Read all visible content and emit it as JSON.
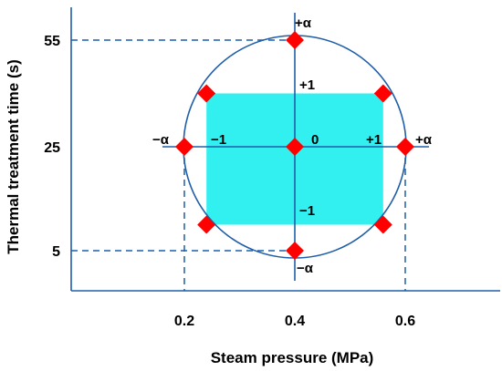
{
  "colors": {
    "axis": "#1f5ea8",
    "design_region": "#33f0f0",
    "design_points": "#ff0000",
    "text": "#000000"
  },
  "axes": {
    "x_title": "Steam pressure (MPa)",
    "y_title": "Thermal treatment time (s)",
    "x_ticks": [
      {
        "value": 0.2,
        "label": "0.2"
      },
      {
        "value": 0.4,
        "label": "0.4"
      },
      {
        "value": 0.6,
        "label": "0.6"
      }
    ],
    "y_ticks": [
      {
        "value": 55,
        "label": "55"
      },
      {
        "value": 25,
        "label": "25"
      },
      {
        "value": 5,
        "label": "5"
      }
    ]
  },
  "coded_labels": {
    "plus_alpha_top": "+α",
    "plus_one_top": "+1",
    "minus_alpha_left": "−α",
    "minus_one_left": "−1",
    "zero": "0",
    "plus_one_right": "+1",
    "plus_alpha_right": "+α",
    "minus_one_bottom": "−1",
    "minus_alpha_bottom": "−α"
  },
  "design": {
    "center": {
      "pressure": 0.4,
      "time": 25
    },
    "factorial": {
      "pressure": [
        0.24,
        0.56
      ],
      "time": [
        10,
        40
      ]
    },
    "axial": {
      "pressure": [
        0.2,
        0.6
      ],
      "time": [
        5,
        55
      ]
    },
    "points": [
      {
        "name": "axial-top",
        "pressure": 0.4,
        "time": 55
      },
      {
        "name": "factorial-top-left",
        "pressure": 0.24,
        "time": 40
      },
      {
        "name": "factorial-top-right",
        "pressure": 0.56,
        "time": 40
      },
      {
        "name": "axial-left",
        "pressure": 0.2,
        "time": 25
      },
      {
        "name": "center",
        "pressure": 0.4,
        "time": 25
      },
      {
        "name": "axial-right",
        "pressure": 0.6,
        "time": 25
      },
      {
        "name": "factorial-bottom-left",
        "pressure": 0.24,
        "time": 10
      },
      {
        "name": "factorial-bottom-right",
        "pressure": 0.56,
        "time": 10
      },
      {
        "name": "axial-bottom",
        "pressure": 0.4,
        "time": 5
      }
    ]
  }
}
